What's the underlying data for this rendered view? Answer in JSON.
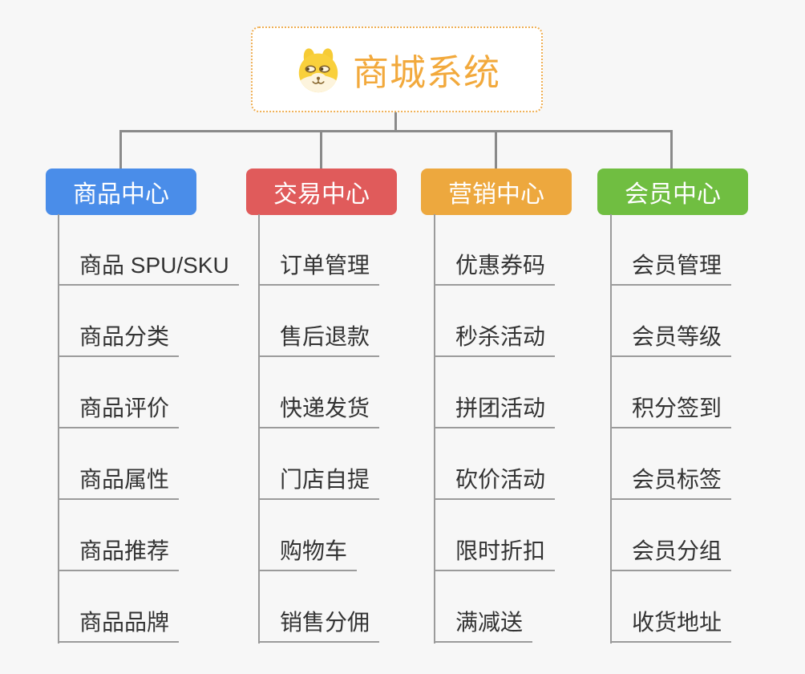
{
  "root": {
    "title": "商城系统",
    "icon": "dog-face-icon"
  },
  "branches": [
    {
      "label": "商品中心",
      "color": "#4a8de9",
      "children": [
        "商品 SPU/SKU",
        "商品分类",
        "商品评价",
        "商品属性",
        "商品推荐",
        "商品品牌"
      ]
    },
    {
      "label": "交易中心",
      "color": "#e05b5b",
      "children": [
        "订单管理",
        "售后退款",
        "快递发货",
        "门店自提",
        "购物车",
        "销售分佣"
      ]
    },
    {
      "label": "营销中心",
      "color": "#eda83e",
      "children": [
        "优惠券码",
        "秒杀活动",
        "拼团活动",
        "砍价活动",
        "限时折扣",
        "满减送"
      ]
    },
    {
      "label": "会员中心",
      "color": "#70be41",
      "children": [
        "会员管理",
        "会员等级",
        "积分签到",
        "会员标签",
        "会员分组",
        "收货地址"
      ]
    }
  ],
  "colors": {
    "background": "#f7f7f7",
    "connector": "#8a8a8a",
    "underline": "#9b9b9b",
    "root_text": "#f2a93c",
    "root_border": "#efaf54",
    "item_text": "#333333",
    "header_text": "#ffffff"
  }
}
